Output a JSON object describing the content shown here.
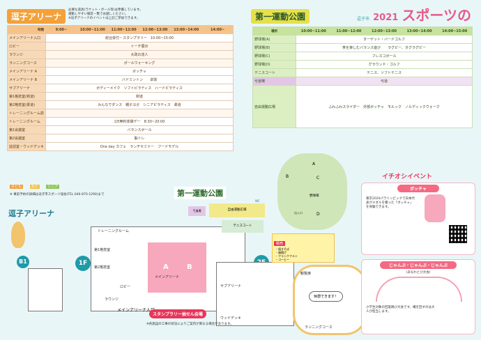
{
  "left_title": "逗子アリーナ",
  "left_notes": [
    "必要な道具(ラケット・ボール等)は準備しています。",
    "運動しやすい服装・靴でお越しください。",
    "※逗子アリーナのイベントは上記ご参加できます。"
  ],
  "schedule1": {
    "time_label": "時間",
    "place_label": "場所",
    "times": [
      "9:00~",
      "10:00~11:00",
      "11:00~12:00",
      "12:00~13:00",
      "13:00~14:00",
      "14:00~"
    ],
    "rows": [
      {
        "name": "メインアリーナ入口",
        "event": "総合受付・スタンプラリー　10:00~15:00"
      },
      {
        "name": "ロビー",
        "event": "トーチ展示"
      },
      {
        "name": "ラウンジ",
        "event": "大政の達人"
      },
      {
        "name": "ランニングコース",
        "event": "ポールウォーキング"
      },
      {
        "name": "メインアリーナ A",
        "event": "ボッチャ"
      },
      {
        "name": "メインアリーナ B",
        "event": "バドミントン　　卓球"
      },
      {
        "name": "サブアリーナ",
        "event": "ボディーメイク　ソフトピラティス　ハードピラティス"
      },
      {
        "name": "第1格技室(剣道)",
        "event": "剣道"
      },
      {
        "name": "第2格技室(柔道)",
        "event": "みんなでダンス　親子ヨガ　シニアピラティス　柔道"
      },
      {
        "name": "トレーニングルーム前",
        "event": ""
      },
      {
        "name": "トレーニングルーム",
        "event": "1日無料体験デー　8:30~20:00"
      },
      {
        "name": "第1会議室",
        "event": "バランスボール"
      },
      {
        "name": "第2会議室",
        "event": "脳トレ"
      },
      {
        "name": "談話室・ウッドデッキ",
        "event": "One day カフェ　ランチセミナー　フードモデル"
      }
    ]
  },
  "legend": [
    "子ども",
    "大人",
    "シニア"
  ],
  "footnote": "※ 事前予約の詳細は逗子市スポーツ協会(TEL.046-870-1290)まで",
  "right_title": "第一運動公園",
  "festival_title": "スポーツの祭典",
  "festival_year": "2021",
  "festival_city": "逗子市",
  "schedule2": {
    "times": [
      "10:00~11:00",
      "11:00~12:00",
      "12:00~13:00",
      "13:00~14:00",
      "14:00~15:00"
    ],
    "rows": [
      {
        "name": "野球場(A)",
        "event": "ターゲット・バードゴルフ"
      },
      {
        "name": "野球場(B)",
        "event": "笑を楽しむバランス遊び　　ラグビー、タグラグビー"
      },
      {
        "name": "野球場(C)",
        "event": "フレスコボール"
      },
      {
        "name": "野球場(D)",
        "event": "グラウンド・ゴルフ"
      },
      {
        "name": "テニスコート",
        "event": "テニス、ソフトテニス"
      },
      {
        "name": "弓道場",
        "event": "弓道"
      },
      {
        "name": "自由運動広場",
        "event": "ふわふわスライダー　外部ボッチャ　モルック　ノルディックウォーク"
      }
    ]
  },
  "map1_label": "第一運動公園",
  "map2_label": "逗子アリーナ",
  "floor_labels": [
    "B1",
    "1F",
    "2F"
  ],
  "map_rooms": [
    "トレーニングルーム",
    "第1格技室",
    "第2格技室",
    "メインアリーナ",
    "ロビー",
    "ラウンジ",
    "サブアリーナ",
    "ウッドデッキ",
    "ランニングコース",
    "観覧席",
    "休憩できます！"
  ],
  "arena_entrance": "メインアリーナ入口",
  "stamp_label": "スタンプラリー抽せん会場",
  "park_areas": [
    "A",
    "B",
    "C",
    "D",
    "野球場",
    "テニスコート",
    "弓道場",
    "自由運動広場",
    "出入口",
    "WC"
  ],
  "sales_title": "販売",
  "sales_items": [
    "・焼きそば",
    "・唐揚げ",
    "・フランクフルト",
    "・コーヒー"
  ],
  "event_section": "イチオシイベント",
  "bocchia_title": "ボッチャ",
  "bocchia_text": "東京2020パラリンピックで日本代表がメダルを獲った「ボッチャ」を体験できます。",
  "jan_title": "じゃんぷ・じゃんぷ・じゃんぷ",
  "jan_sub": "(あなわとび大会)",
  "jan_text": "小学生対象の回旋跳び大会です。縄を回すのは大人が担当します。",
  "bottom_note": "※各施設の工事の状況によりご案内が異なる場合があります。"
}
